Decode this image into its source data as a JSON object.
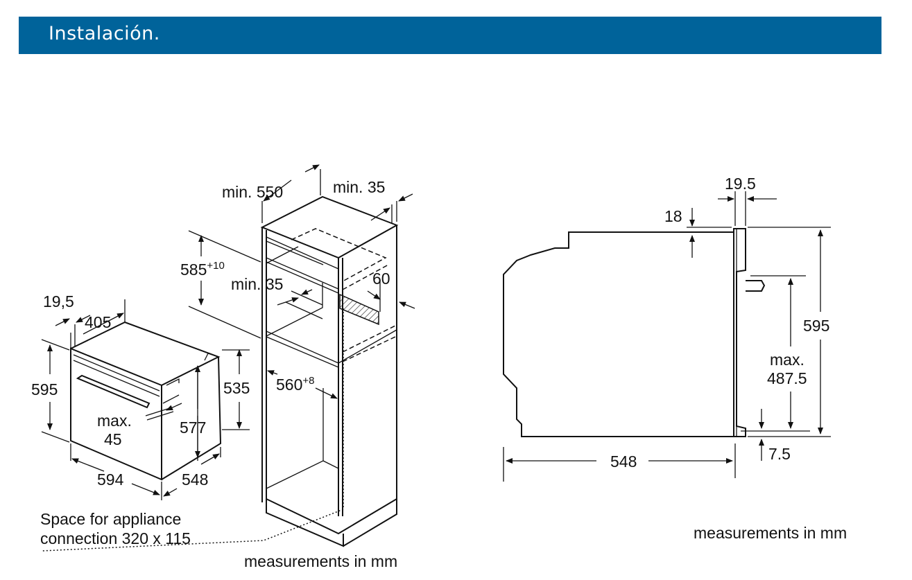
{
  "header": {
    "title": "Instalación.",
    "color": "#00639a"
  },
  "left_diagram": {
    "oven_labels": {
      "door_offset": "19,5",
      "depth_top": "405",
      "height": "595",
      "handle_max": "max.",
      "handle_val": "45",
      "inner_height": "577",
      "niche_height": "535",
      "width": "594",
      "depth": "548"
    },
    "cabinet_labels": {
      "min_depth": "min. 550",
      "min_back": "min. 35",
      "niche_height": "585",
      "niche_height_tol": "+10",
      "min_vent": "min. 35",
      "vent": "60",
      "niche_width": "560",
      "niche_width_tol": "+8"
    },
    "note": {
      "line1": "Space for appliance",
      "line2": "connection 320 x 115"
    },
    "units": "measurements in mm"
  },
  "right_diagram": {
    "labels": {
      "door_thickness": "19.5",
      "top_gap": "18",
      "height": "595",
      "max": "max.",
      "max_val": "487.5",
      "bottom": "7.5",
      "depth": "548"
    },
    "units": "measurements in mm"
  }
}
